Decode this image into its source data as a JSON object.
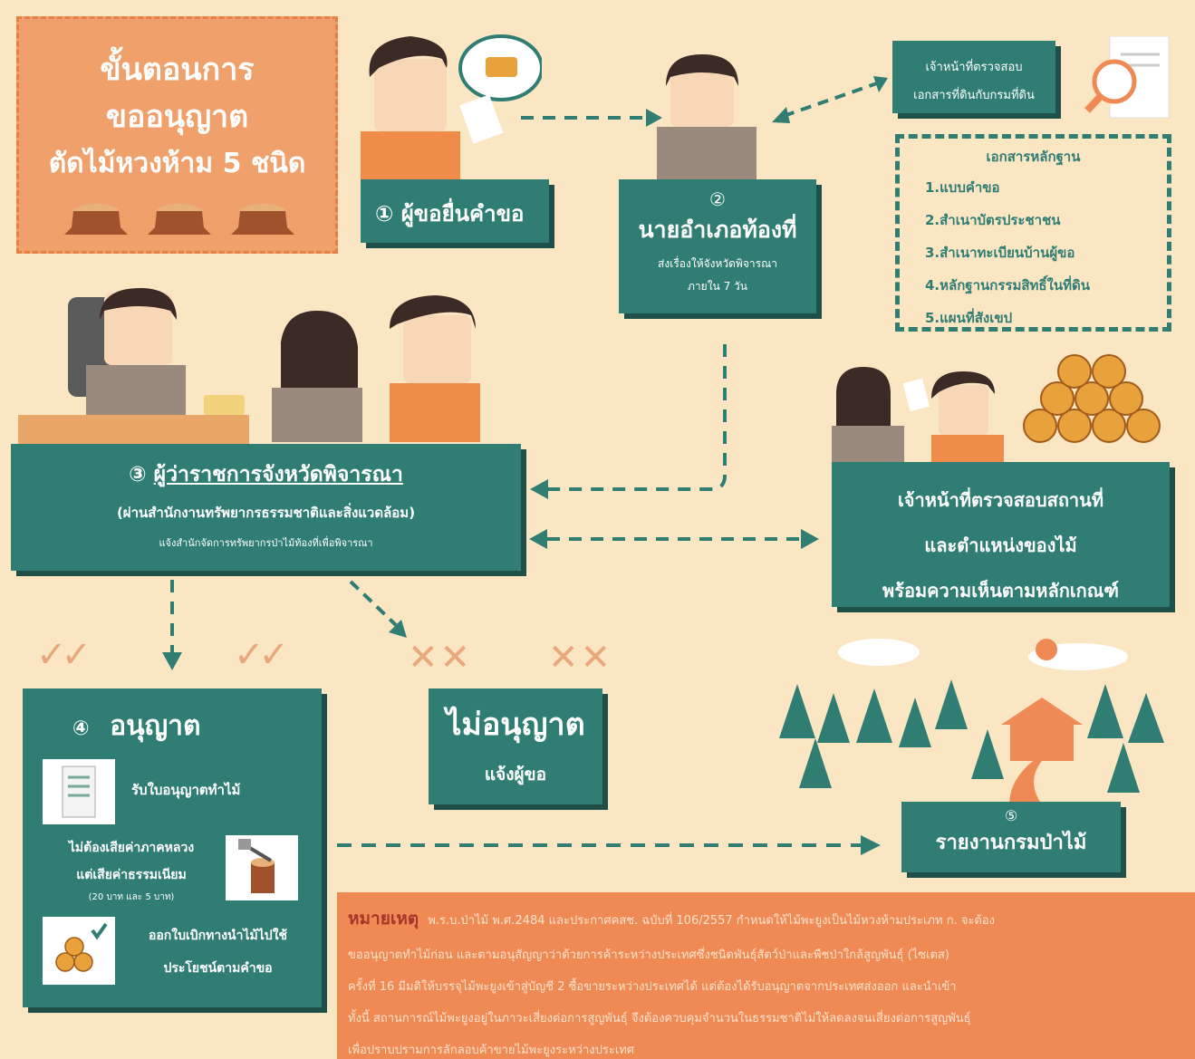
{
  "title": {
    "line1": "ขั้นตอนการ",
    "line2": "ขออนุญาต",
    "line3": "ตัดไม้หวงห้าม 5 ชนิด"
  },
  "step1": {
    "num": "①",
    "label": "ผู้ขอยื่นคำขอ"
  },
  "step2": {
    "num": "②",
    "label": "นายอำเภอท้องที่",
    "sub1": "ส่งเรื่องให้จังหวัดพิจารณา",
    "sub2": "ภายใน 7 วัน"
  },
  "officer_docs": {
    "line1": "เจ้าหน้าที่ตรวจสอบ",
    "line2": "เอกสารที่ดินกับกรมที่ดิน"
  },
  "evidence": {
    "title": "เอกสารหลักฐาน",
    "items": [
      "1.แบบคำขอ",
      "2.สำเนาบัตรประชาชน",
      "3.สำเนาทะเบียนบ้านผู้ขอ",
      "4.หลักฐานกรรมสิทธิ์ในที่ดิน",
      "5.แผนที่สังเขป"
    ]
  },
  "step3": {
    "num": "③",
    "label": "ผู้ว่าราชการจังหวัดพิจารณา",
    "sub1": "(ผ่านสำนักงานทรัพยากรธรรมชาติและสิ่งแวดล้อม)",
    "sub2": "แจ้งสำนักจัดการทรัพยากรป่าไม้ท้องที่เพื่อพิจารณา"
  },
  "site_check": {
    "line1": "เจ้าหน้าที่ตรวจสอบสถานที่",
    "line2": "และตำแหน่งของไม้",
    "line3": "พร้อมความเห็นตามหลักเกณฑ์"
  },
  "step4": {
    "num": "④",
    "label": "อนุญาต",
    "item1": "รับใบอนุญาตทำไม้",
    "item2a": "ไม่ต้องเสียค่าภาคหลวง",
    "item2b": "แต่เสียค่าธรรมเนียม",
    "item2c": "(20 บาท และ 5 บาท)",
    "item3a": "ออกใบเบิกทางนำไม้ไปใช้",
    "item3b": "ประโยชน์ตามคำขอ"
  },
  "deny": {
    "label": "ไม่อนุญาต",
    "sub": "แจ้งผู้ขอ"
  },
  "step5": {
    "num": "⑤",
    "label": "รายงานกรมป่าไม้"
  },
  "note": {
    "head": "หมายเหตุ",
    "line1": "พ.ร.บ.ป่าไม้ พ.ศ.2484 และประกาศคสช. ฉบับที่ 106/2557 กำหนดให้ไม้พะยูงเป็นไม้หวงห้ามประเภท ก. จะต้อง",
    "line2": "ขออนุญาตทำไม้ก่อน และตามอนุสัญญาว่าด้วยการค้าระหว่างประเทศซึ่งชนิดพันธุ์สัตว์ป่าและพืชป่าใกล้สูญพันธุ์ (ไซเตส)",
    "line3": "ครั้งที่ 16 มีมติให้บรรจุไม้พะยูงเข้าสู่บัญชี 2 ซื้อขายระหว่างประเทศได้ แต่ต้องได้รับอนุญาตจากประเทศส่งออก และนำเข้า",
    "line4": "ทั้งนี้ สถานการณ์ไม้พะยูงอยู่ในภาวะเสี่ยงต่อการสูญพันธุ์ จึงต้องควบคุมจำนวนในธรรมชาติไม่ให้ลดลงจนเสี่ยงต่อการสูญพันธุ์",
    "line5": "เพื่อปราบปรามการลักลอบค้าขายไม้พะยูงระหว่างประเทศ"
  },
  "colors": {
    "background": "#fbe6c4",
    "teal": "#2f7d73",
    "orange": "#f0a06b",
    "note": "#f08a55"
  }
}
